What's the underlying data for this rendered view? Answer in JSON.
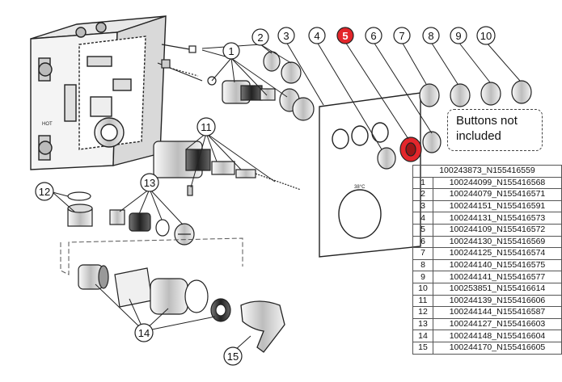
{
  "note": {
    "line1": "Buttons not",
    "line2": "included"
  },
  "table": {
    "header": "100243873_N155416559",
    "rows": [
      {
        "num": "1",
        "code": "100244099_N155416568"
      },
      {
        "num": "2",
        "code": "100244079_N155416571"
      },
      {
        "num": "3",
        "code": "100244151_N155416591"
      },
      {
        "num": "4",
        "code": "100244131_N155416573"
      },
      {
        "num": "5",
        "code": "100244109_N155416572"
      },
      {
        "num": "6",
        "code": "100244130_N155416569"
      },
      {
        "num": "7",
        "code": "100244125_N155416574"
      },
      {
        "num": "8",
        "code": "100244140_N155416575"
      },
      {
        "num": "9",
        "code": "100244141_N155416577"
      },
      {
        "num": "10",
        "code": "100253851_N155416614"
      },
      {
        "num": "11",
        "code": "100244139_N155416606"
      },
      {
        "num": "12",
        "code": "100244144_N155416587"
      },
      {
        "num": "13",
        "code": "100244127_N155416603"
      },
      {
        "num": "14",
        "code": "100244148_N155416604"
      },
      {
        "num": "15",
        "code": "100244170_N155416605"
      }
    ]
  },
  "callouts": {
    "c1": "1",
    "c2": "2",
    "c3": "3",
    "c4": "4",
    "c5": "5",
    "c6": "6",
    "c7": "7",
    "c8": "8",
    "c9": "9",
    "c10": "10",
    "c11": "11",
    "c12": "12",
    "c13": "13",
    "c14": "14",
    "c15": "15"
  },
  "labels": {
    "box_mark": "HOT",
    "dial_mark": "38°C"
  },
  "colors": {
    "highlight": "#e3262b",
    "line": "#222222"
  }
}
